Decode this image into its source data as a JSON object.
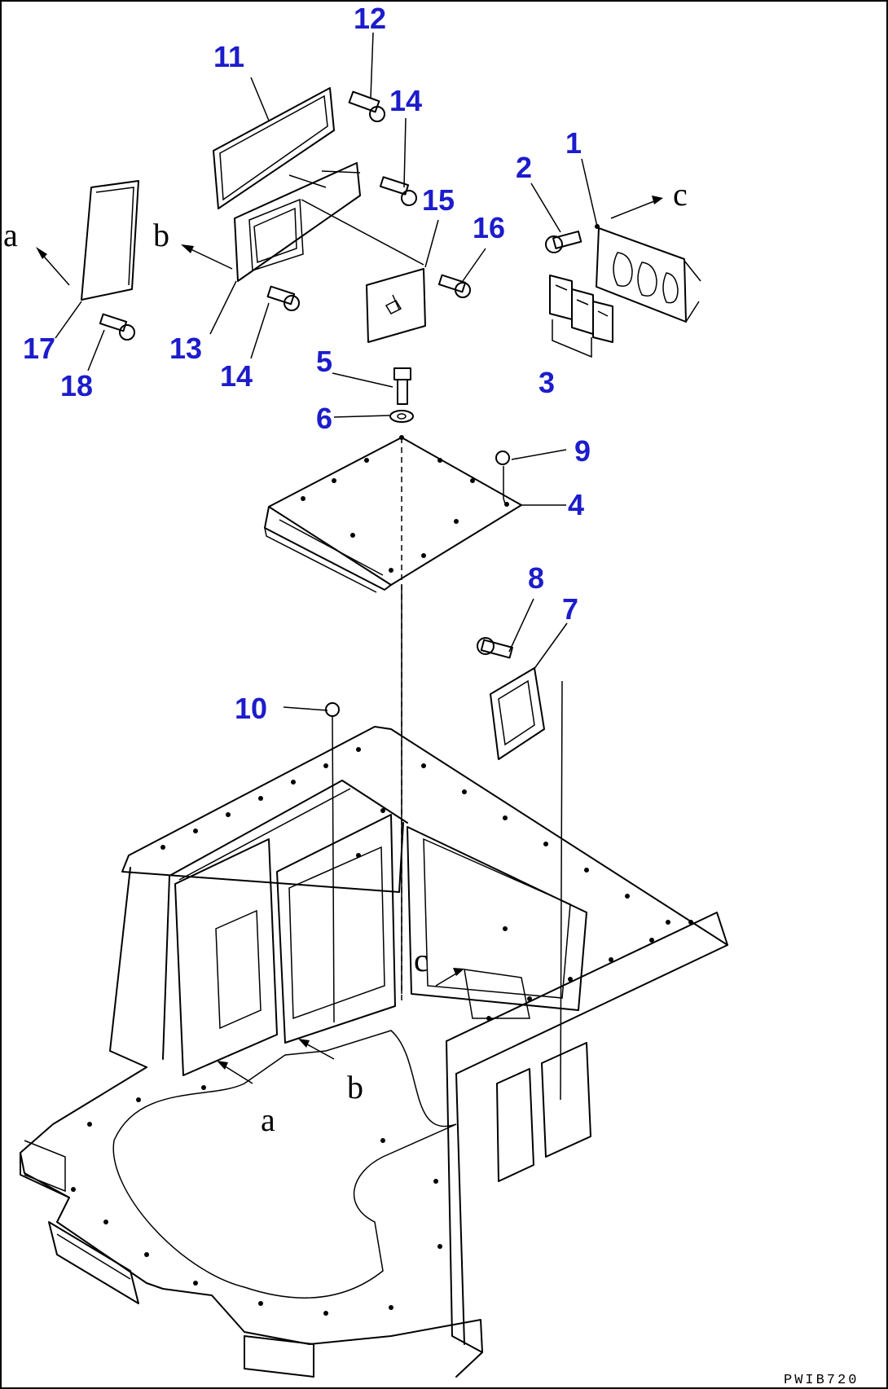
{
  "callouts": {
    "n1": "1",
    "n2": "2",
    "n3": "3",
    "n4": "4",
    "n5": "5",
    "n6": "6",
    "n7": "7",
    "n8": "8",
    "n9": "9",
    "n10": "10",
    "n11": "11",
    "n12": "12",
    "n13": "13",
    "n14a": "14",
    "n14b": "14",
    "n15": "15",
    "n16": "16",
    "n17": "17",
    "n18": "18"
  },
  "view_refs": {
    "a_top": "a",
    "b_top": "b",
    "c_top": "c",
    "a_bottom": "a",
    "b_bottom": "b",
    "c_bottom": "c"
  },
  "drawing_code": "PWIB720",
  "colors": {
    "callout": "#1c1ccc",
    "linework": "#000000",
    "background": "#ffffff"
  }
}
